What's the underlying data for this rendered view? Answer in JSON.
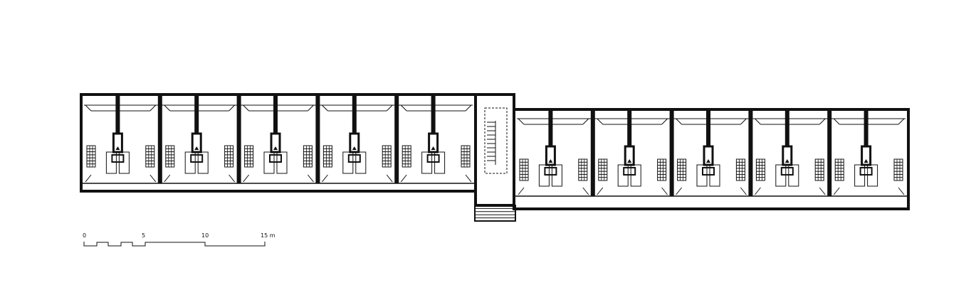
{
  "drawing": {
    "west_wing_units": 5,
    "east_wing_units": 5,
    "line_color": "#111111",
    "background": "#ffffff"
  },
  "scale_bar": {
    "ticks": [
      "0",
      "5",
      "10",
      "15 m"
    ]
  }
}
